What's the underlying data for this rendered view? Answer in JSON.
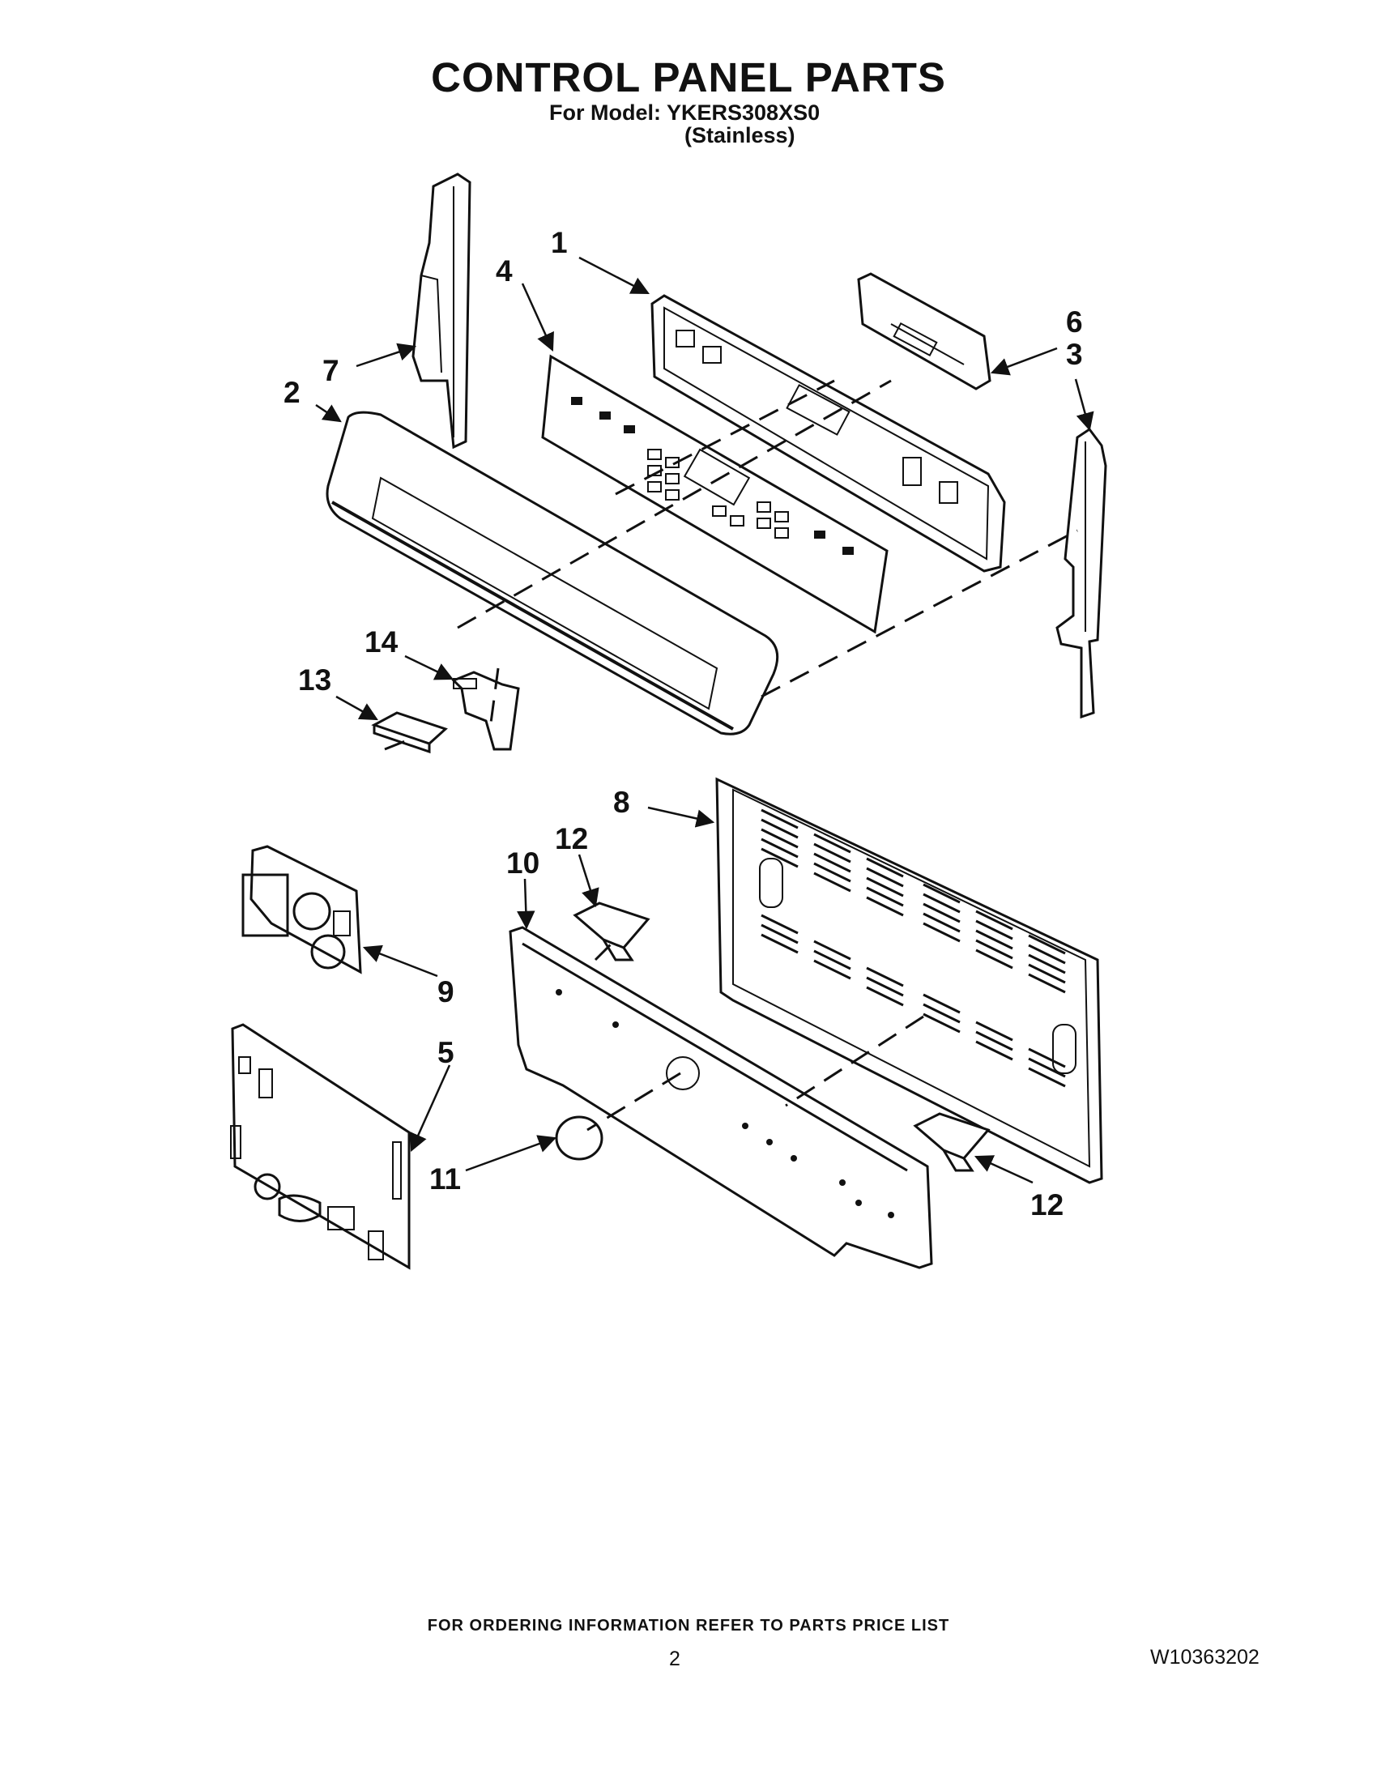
{
  "header": {
    "title": "CONTROL PANEL PARTS",
    "model_line": "For Model: YKERS308XS0",
    "variant_line": "(Stainless)"
  },
  "callouts": {
    "c1": "1",
    "c2": "2",
    "c3": "3",
    "c4": "4",
    "c5": "5",
    "c6": "6",
    "c7": "7",
    "c8": "8",
    "c9": "9",
    "c10": "10",
    "c11": "11",
    "c12a": "12",
    "c12b": "12",
    "c13": "13",
    "c14": "14"
  },
  "footer": {
    "ordering_note": "FOR ORDERING INFORMATION REFER TO PARTS PRICE LIST",
    "page_number": "2",
    "document_number": "W10363202"
  }
}
